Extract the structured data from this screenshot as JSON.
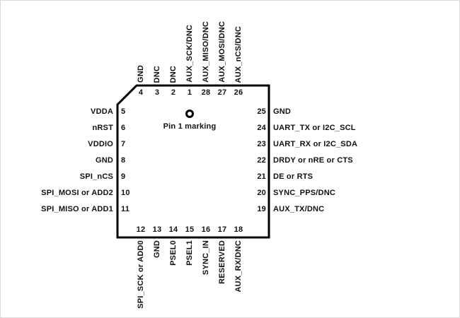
{
  "diagram": {
    "pin1_marking_label": "Pin 1 marking"
  },
  "pins": {
    "top": [
      {
        "number": "4",
        "label": "GND"
      },
      {
        "number": "3",
        "label": "DNC"
      },
      {
        "number": "2",
        "label": "DNC"
      },
      {
        "number": "1",
        "label": "AUX_SCK/DNC"
      },
      {
        "number": "28",
        "label": "AUX_MISO/DNC"
      },
      {
        "number": "27",
        "label": "AUX_MOSI/DNC"
      },
      {
        "number": "26",
        "label": "AUX_nCS/DNC"
      }
    ],
    "left": [
      {
        "number": "5",
        "label": "VDDA"
      },
      {
        "number": "6",
        "label": "nRST"
      },
      {
        "number": "7",
        "label": "VDDIO"
      },
      {
        "number": "8",
        "label": "GND"
      },
      {
        "number": "9",
        "label": "SPI_nCS"
      },
      {
        "number": "10",
        "label": "SPI_MOSI or ADD2"
      },
      {
        "number": "11",
        "label": "SPI_MISO or ADD1"
      }
    ],
    "right": [
      {
        "number": "25",
        "label": "GND"
      },
      {
        "number": "24",
        "label": "UART_TX or I2C_SCL"
      },
      {
        "number": "23",
        "label": "UART_RX or I2C_SDA"
      },
      {
        "number": "22",
        "label": "DRDY or nRE or CTS"
      },
      {
        "number": "21",
        "label": "DE or RTS"
      },
      {
        "number": "20",
        "label": "SYNC_PPS/DNC"
      },
      {
        "number": "19",
        "label": "AUX_TX/DNC"
      }
    ],
    "bottom": [
      {
        "number": "12",
        "label": "SPI_SCK or ADD0"
      },
      {
        "number": "13",
        "label": "GND"
      },
      {
        "number": "14",
        "label": "PSEL0"
      },
      {
        "number": "15",
        "label": "PSEL1"
      },
      {
        "number": "16",
        "label": "SYNC_IN"
      },
      {
        "number": "17",
        "label": "RESERVED"
      },
      {
        "number": "18",
        "label": "AUX_RX/DNC"
      }
    ]
  }
}
